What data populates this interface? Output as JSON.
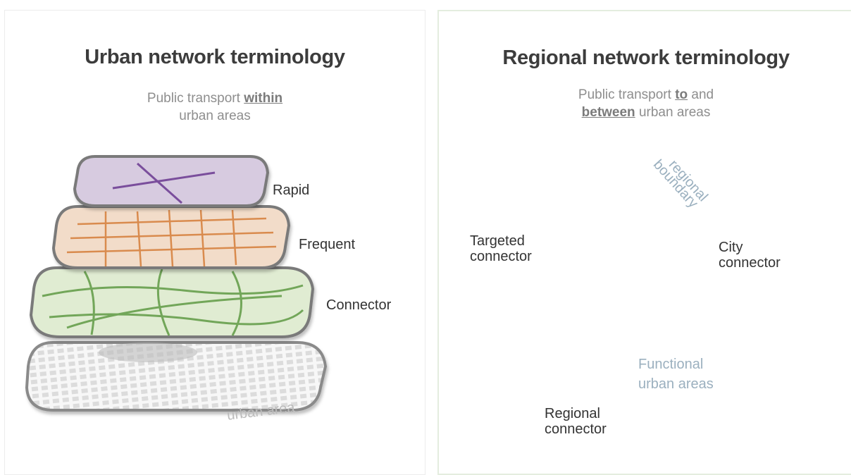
{
  "urban": {
    "title": "Urban network terminology",
    "subtitle_lead": "Public transport",
    "subtitle_emphasis": "within",
    "subtitle_tail": "urban areas",
    "layers": {
      "rapid": "Rapid",
      "frequent": "Frequent",
      "connector": "Connector",
      "urban_area": "urban area"
    },
    "colors": {
      "rapid_fill": "#d7cbe0",
      "rapid_line": "#7a4e9c",
      "frequent_fill": "#f2dcc9",
      "frequent_line": "#d98b4e",
      "connector_fill": "#e0ecd2",
      "connector_line": "#5f9a45",
      "base_fill": "#f6f6f6",
      "outline": "#7a7a7a"
    }
  },
  "regional": {
    "title": "Regional network terminology",
    "subtitle_lead": "Public transport",
    "subtitle_emphasis_1": "to",
    "subtitle_and": "and",
    "subtitle_emphasis_2": "between",
    "subtitle_tail": "urban areas",
    "labels": {
      "regional_boundary_1": "regional",
      "regional_boundary_2": "boundary",
      "targeted_connector_1": "Targeted",
      "targeted_connector_2": "connector",
      "city_connector_1": "City",
      "city_connector_2": "connector",
      "functional_1": "Functional",
      "functional_2": "urban areas",
      "regional_connector_1": "Regional",
      "regional_connector_2": "connector"
    },
    "colors": {
      "node": "#0f3b5f",
      "city_line": "#4ba9cc",
      "regional_line": "#5fb4d3",
      "targeted_line": "#8ac4dc",
      "dashed_circle": "#8fb4d1",
      "boundary": "#b9b9b9"
    }
  }
}
